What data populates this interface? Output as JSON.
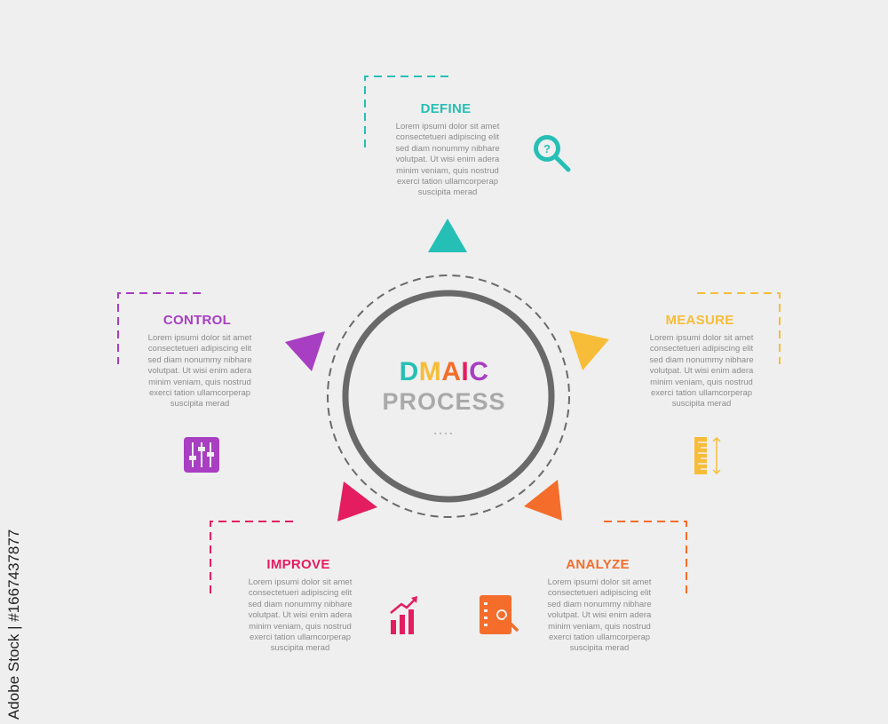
{
  "center": {
    "title_letters": [
      {
        "ch": "D",
        "color": "#26bfb5"
      },
      {
        "ch": "M",
        "color": "#f7bd38"
      },
      {
        "ch": "A",
        "color": "#f46d2a"
      },
      {
        "ch": "I",
        "color": "#e41d61"
      },
      {
        "ch": "C",
        "color": "#a83ec1"
      }
    ],
    "subtitle": "PROCESS",
    "dots": "....",
    "subtitle_color": "#a9a9a9",
    "ring_color": "#696969",
    "dashed_ring_color": "#6a6a6a"
  },
  "stages": [
    {
      "key": "define",
      "title": "DEFINE",
      "color": "#26bfb5",
      "icon": "magnifier-question-icon",
      "body": [
        "Lorem ipsumi dolor sit amet",
        "consectetueri adipiscing elit",
        "sed diam nonummy nibhare",
        "volutpat. Ut wisi enim adera",
        "minim veniam, quis nostrud",
        "exerci tation ullamcorperap",
        "suscipita merad"
      ]
    },
    {
      "key": "measure",
      "title": "MEASURE",
      "color": "#f7bd38",
      "icon": "ruler-icon",
      "body": [
        "Lorem ipsumi dolor sit amet",
        "consectetueri adipiscing elit",
        "sed diam nonummy nibhare",
        "volutpat. Ut wisi enim adera",
        "minim veniam, quis nostrud",
        "exerci tation ullamcorperap",
        "suscipita merad"
      ]
    },
    {
      "key": "analyze",
      "title": "ANALYZE",
      "color": "#f46d2a",
      "icon": "document-search-icon",
      "body": [
        "Lorem ipsumi dolor sit amet",
        "consectetueri adipiscing elit",
        "sed diam nonummy nibhare",
        "volutpat. Ut wisi enim adera",
        "minim veniam, quis nostrud",
        "exerci tation ullamcorperap",
        "suscipita merad"
      ]
    },
    {
      "key": "improve",
      "title": "IMPROVE",
      "color": "#e41d61",
      "icon": "growth-chart-icon",
      "body": [
        "Lorem ipsumi dolor sit amet",
        "consectetueri adipiscing elit",
        "sed diam nonummy nibhare",
        "volutpat. Ut wisi enim adera",
        "minim veniam, quis nostrud",
        "exerci tation ullamcorperap",
        "suscipita merad"
      ]
    },
    {
      "key": "control",
      "title": "CONTROL",
      "color": "#a83ec1",
      "icon": "sliders-icon",
      "body": [
        "Lorem ipsumi dolor sit amet",
        "consectetueri adipiscing elit",
        "sed diam nonummy nibhare",
        "volutpat. Ut wisi enim adera",
        "minim veniam, quis nostrud",
        "exerci tation ullamcorperap",
        "suscipita merad"
      ]
    }
  ],
  "watermark": "Adobe Stock | #1667437877"
}
